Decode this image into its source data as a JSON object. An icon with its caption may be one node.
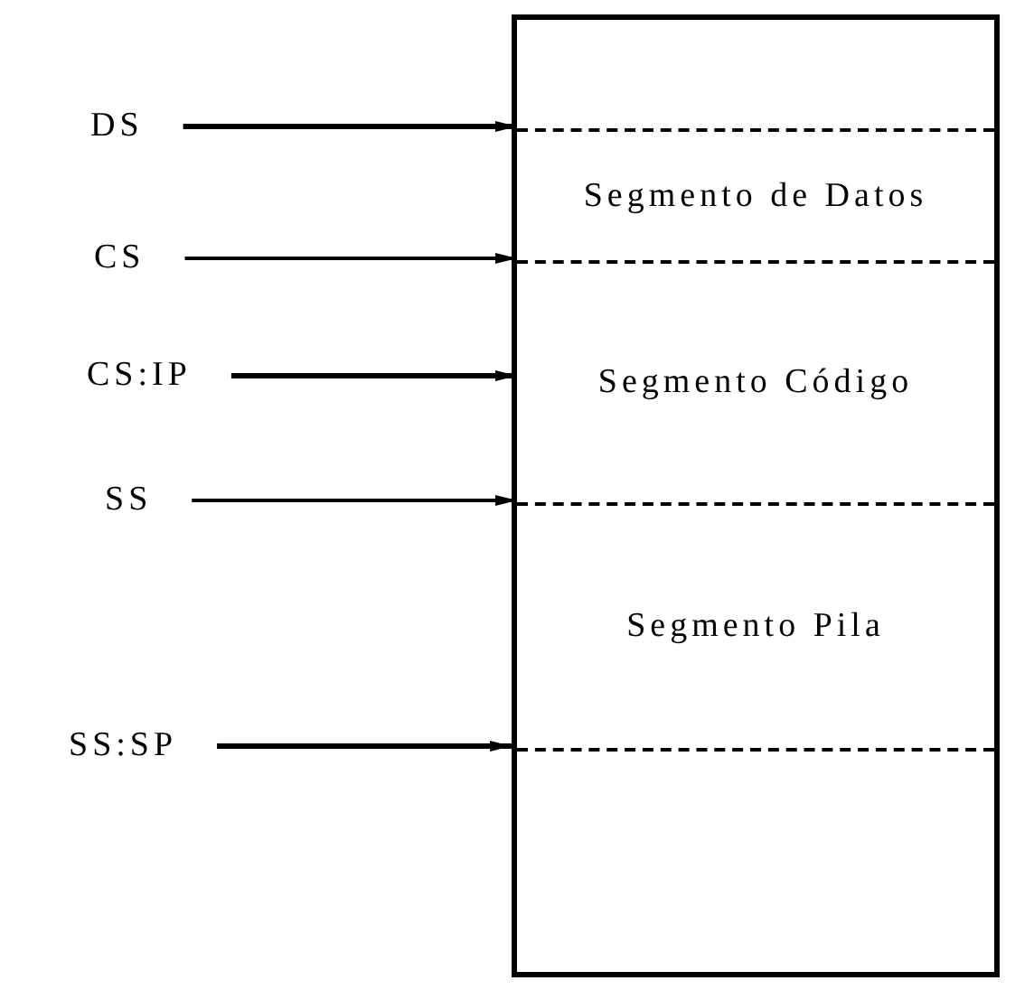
{
  "diagram": {
    "nodes": [
      {
        "text": [],
        "shape": "box"
      },
      {
        "text": [
          "Segmento de Datos"
        ],
        "in": 0
      },
      {
        "text": [
          "Segmento Código"
        ],
        "in": 0
      },
      {
        "text": [
          "Segmento Pila"
        ],
        "in": 0
      },
      {
        "text": [
          "DS"
        ]
      },
      {
        "text": [
          "CS"
        ]
      },
      {
        "text": [
          "CS:IP"
        ]
      },
      {
        "text": [
          "SS"
        ]
      },
      {
        "text": [
          "SS:SP"
        ]
      }
    ],
    "edges": [
      {
        "from": 4,
        "to": 1,
        "arrow": "to"
      },
      {
        "from": 5,
        "to": 2,
        "arrow": "to"
      },
      {
        "from": 6,
        "to": 2,
        "arrow": "to"
      },
      {
        "from": 7,
        "to": 3,
        "arrow": "to"
      },
      {
        "from": 8,
        "to": 0,
        "arrow": "to"
      }
    ]
  }
}
